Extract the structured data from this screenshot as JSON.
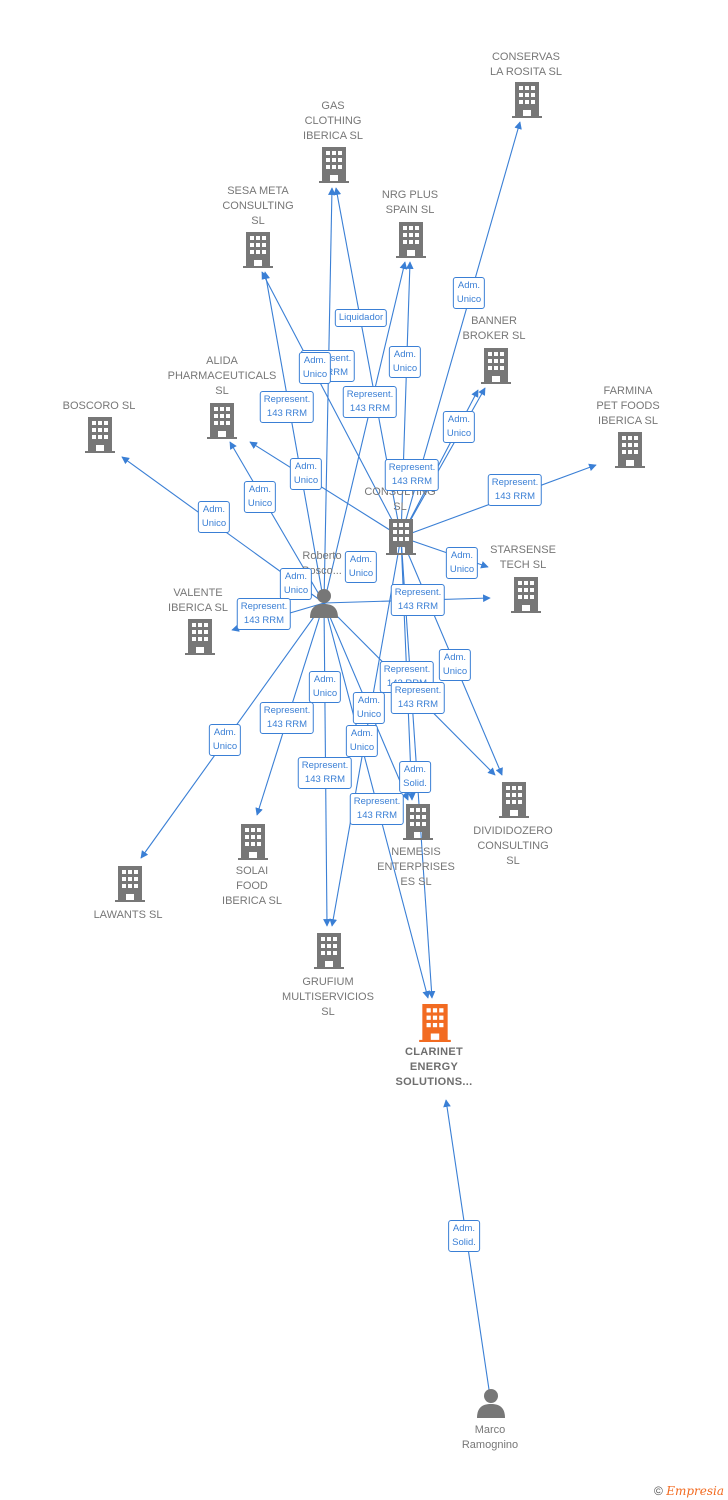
{
  "diagram": {
    "colors": {
      "edge": "#3a7fd5",
      "company": "#777777",
      "highlight": "#f26b21",
      "person": "#777777"
    },
    "nodes": [
      {
        "id": "conservas",
        "type": "company",
        "label": "CONSERVAS\nLA ROSITA  SL"
      },
      {
        "id": "gas",
        "type": "company",
        "label": "GAS\nCLOTHING\nIBERICA SL"
      },
      {
        "id": "sesa",
        "type": "company",
        "label": "SESA META\nCONSULTING\nSL"
      },
      {
        "id": "nrg",
        "type": "company",
        "label": "NRG PLUS\nSPAIN  SL"
      },
      {
        "id": "banner",
        "type": "company",
        "label": "BANNER\nBROKER  SL"
      },
      {
        "id": "alida",
        "type": "company",
        "label": "ALIDA\nPHARMACEUTICALS\nSL"
      },
      {
        "id": "boscoro",
        "type": "company",
        "label": "BOSCORO  SL"
      },
      {
        "id": "farmina",
        "type": "company",
        "label": "FARMINA\nPET FOODS\nIBERICA SL"
      },
      {
        "id": "bconsulting",
        "type": "company",
        "label": "B...\nCONSULTING\nSL"
      },
      {
        "id": "starsense",
        "type": "company",
        "label": "STARSENSE\nTECH  SL"
      },
      {
        "id": "valente",
        "type": "company",
        "label": "VALENTE\nIBERICA  SL"
      },
      {
        "id": "roberto",
        "type": "person",
        "label": "Roberto\nBosco..."
      },
      {
        "id": "divididozero",
        "type": "company",
        "label": "DIVIDIDOZERO\nCONSULTING\nSL"
      },
      {
        "id": "nemesis",
        "type": "company",
        "label": "NEMESIS\nENTERPRISES\nES  SL"
      },
      {
        "id": "solai",
        "type": "company",
        "label": "SOLAI\nFOOD\nIBERICA  SL"
      },
      {
        "id": "lawants",
        "type": "company",
        "label": "LAWANTS  SL"
      },
      {
        "id": "grufium",
        "type": "company",
        "label": "GRUFIUM\nMULTISERVICIOS\nSL"
      },
      {
        "id": "clarinet",
        "type": "company",
        "main": true,
        "label": "CLARINET\nENERGY\nSOLUTIONS..."
      },
      {
        "id": "marco",
        "type": "person",
        "label": "Marco\nRamognino"
      }
    ],
    "edge_labels": [
      {
        "id": "e1",
        "text": "Adm.\nUnico"
      },
      {
        "id": "e2",
        "text": "Liquidador"
      },
      {
        "id": "e3",
        "text": "Represent.\n143 RRM"
      },
      {
        "id": "e4",
        "text": "Adm.\nUnico"
      },
      {
        "id": "e5",
        "text": "Adm.\nUnico"
      },
      {
        "id": "e6",
        "text": "Represent.\n143 RRM"
      },
      {
        "id": "e7",
        "text": "Represent.\n143 RRM"
      },
      {
        "id": "e8",
        "text": "Adm.\nUnico"
      },
      {
        "id": "e9",
        "text": "Adm.\nUnico"
      },
      {
        "id": "e10",
        "text": "Represent.\n143 RRM"
      },
      {
        "id": "e11",
        "text": "Adm.\nUnico"
      },
      {
        "id": "e12",
        "text": "Adm.\nUnico"
      },
      {
        "id": "e13",
        "text": "Represent.\n143 RRM"
      },
      {
        "id": "e14",
        "text": "Adm.\nUnico"
      },
      {
        "id": "e15",
        "text": "Adm.\nUnico"
      },
      {
        "id": "e16",
        "text": "Adm.\nUnico"
      },
      {
        "id": "e17",
        "text": "Represent.\n143 RRM"
      },
      {
        "id": "e18",
        "text": "Represent.\n143 RRM"
      },
      {
        "id": "e19",
        "text": "Adm.\nUnico"
      },
      {
        "id": "e20",
        "text": "Represent.\n143 RRM"
      },
      {
        "id": "e21",
        "text": "Adm.\nUnico"
      },
      {
        "id": "e22",
        "text": "Adm.\nUnico"
      },
      {
        "id": "e23",
        "text": "Represent.\n143 RRM"
      },
      {
        "id": "e24",
        "text": "Represent.\n143 RRM"
      },
      {
        "id": "e25",
        "text": "Adm.\nUnico"
      },
      {
        "id": "e26",
        "text": "Adm.\nUnico"
      },
      {
        "id": "e27",
        "text": "Represent.\n143 RRM"
      },
      {
        "id": "e28",
        "text": "Adm.\nSolid."
      },
      {
        "id": "e29",
        "text": "Represent.\n143 RRM"
      },
      {
        "id": "e30",
        "text": "Adm.\nSolid."
      }
    ]
  },
  "footer": {
    "copyright": "©",
    "brand": "Empresia"
  }
}
